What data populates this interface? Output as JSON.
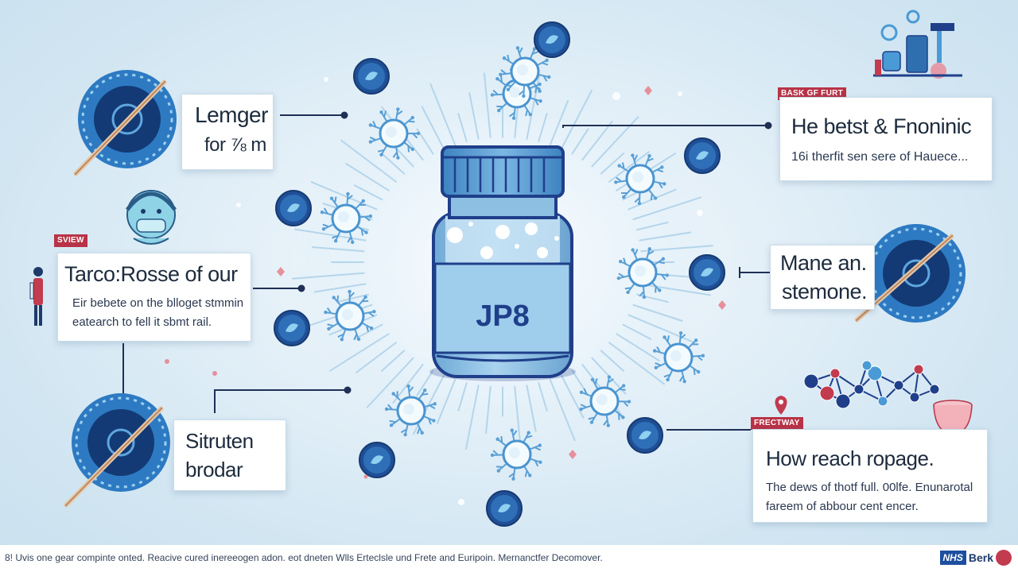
{
  "jar": {
    "label": "JP8"
  },
  "cards": {
    "top_left": {
      "title": "Lemger",
      "body": "for ⅞ m"
    },
    "mid_left": {
      "tag": "SVIEW",
      "title": "Tarco:Rosse of our",
      "line1": "Eir bebete on the blloget stmmin",
      "line2": "eatearch to fell it sbmt rail."
    },
    "bottom_left": {
      "title_line1": "Sitruten",
      "title_line2": "brodar"
    },
    "top_right": {
      "tag": "BASK GF FURT",
      "title": "He betst & Fnoninic",
      "body": "16i therfit sen sere of Hauece..."
    },
    "mid_right": {
      "title_line1": "Mane an.",
      "title_line2": "stemone."
    },
    "bottom_right": {
      "tag": "FRECTWAY",
      "title": "How reach ropage.",
      "line1": "The dews of thotf full. 00lfe. Enunarotal",
      "line2": "fareem of abbour cent encer."
    }
  },
  "footer": {
    "text": "8! Uvis one gear compinte onted. Reacive cured inereeogen adon. eot dneten Wlls Erteclsle und Frete and Euripoin. Mernanctfer Decomover.",
    "logo_badge": "NHS",
    "logo_text": "Berk"
  },
  "colors": {
    "accent_red": "#b83347",
    "navy": "#1f3f8a",
    "cell_blue": "#3a7cc4",
    "jar_blue": "#8fc4e6"
  },
  "icons": [
    "target-icon",
    "mask-face-icon",
    "person-figure-icon",
    "cell-icon",
    "lab-equipment-icon",
    "molecule-network-icon",
    "map-pin-icon",
    "bowl-icon"
  ]
}
